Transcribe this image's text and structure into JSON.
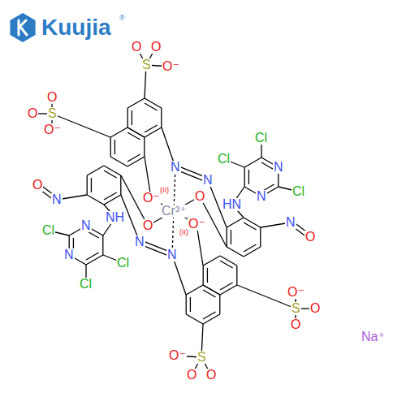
{
  "diagram": {
    "labels": [
      "Kuujia",
      "®",
      "O",
      "O",
      "S",
      "O⁻",
      "O",
      "S",
      "O",
      "O⁻",
      "N",
      "N",
      "Cl",
      "N",
      "Cl",
      "N",
      "Cl",
      "HN",
      "N",
      "O",
      "O⁻",
      "(II)",
      "O",
      "Cr³⁺",
      "O",
      "O",
      "S",
      "O⁻",
      "O",
      "S",
      "O",
      "O⁻",
      "N",
      "N",
      "Cl",
      "N",
      "Cl",
      "N",
      "Cl",
      "NH",
      "N",
      "O",
      "O⁻",
      "(II)",
      "O",
      "Na⁺"
    ]
  }
}
